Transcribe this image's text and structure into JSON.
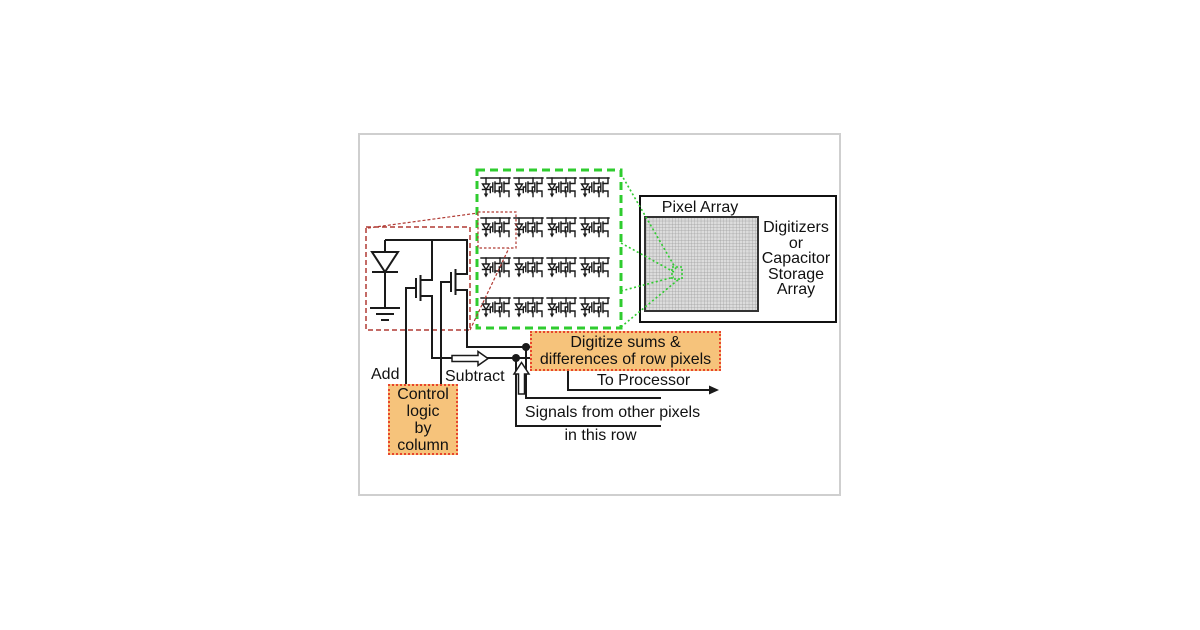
{
  "diagram": {
    "pixel_array": {
      "title": "Pixel Array",
      "side_label_lines": [
        "Digitizers",
        "or",
        "Capacitor",
        "Storage",
        "Array"
      ]
    },
    "digitize_box": {
      "lines": [
        "Digitize sums &",
        "differences of row pixels"
      ]
    },
    "control_box": {
      "lines": [
        "Control",
        "logic",
        "by",
        "column"
      ]
    },
    "labels": {
      "add": "Add",
      "subtract": "Subtract",
      "to_processor": "To Processor",
      "signals_line1": "Signals from other pixels",
      "signals_line2": "in this row"
    },
    "symbols": {
      "photodiode": "photodiode-symbol",
      "ground": "ground-symbol",
      "transistor": "mosfet-symbol",
      "junction_dot": "junction-dot",
      "hollow_arrow_right": "hollow-arrow-right-icon",
      "hollow_arrow_up": "hollow-arrow-up-icon",
      "processor_arrow": "filled-arrow-right-icon",
      "pixel_cell": "pixel-cell-symbol"
    },
    "colors": {
      "accent_orange": "#f6c37b",
      "box_border_red": "#e8452c",
      "zoom_green": "#2fcc2f",
      "schematic_red": "#b03a33",
      "line_black": "#1a1a1a",
      "frame_gray": "#cfcfcf",
      "array_fill": "#dcdcdc",
      "array_grid": "#9a9a9a"
    }
  }
}
